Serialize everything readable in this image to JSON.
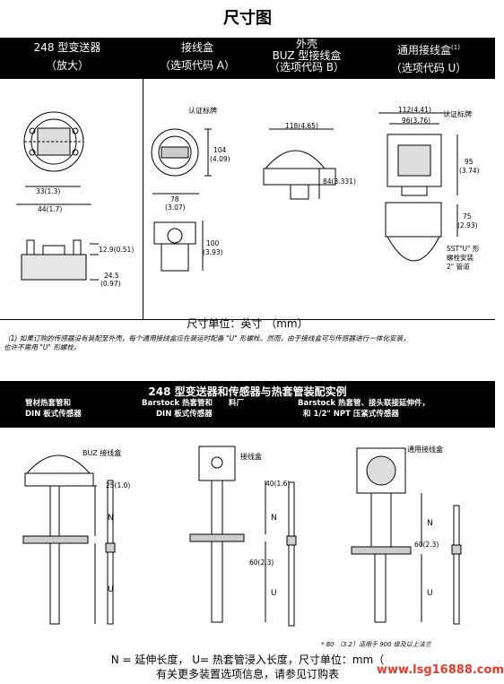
{
  "page_title": "尺寸图",
  "section1": {
    "col1": {
      "line1": "248 型变送器",
      "line2": "（放大）"
    },
    "col2": {
      "line1": "接线盒",
      "line2": "（选项代码 A）"
    },
    "col3": {
      "line1": "外壳",
      "line2": "BUZ 型接线盒",
      "line3": "（选项代码 B）"
    },
    "col4": {
      "line1": "通用接线盒",
      "sup": "(1)",
      "line2": "（选项代码 U）"
    },
    "dims": {
      "d33": "33(1.3)",
      "d44": "44(1.7)",
      "d129": "12.9(0.51)",
      "d245": "24.5",
      "d245b": "(0.97)",
      "cert_a": "认证标牌",
      "d104": "104",
      "d104b": "(4.09)",
      "d78": "78",
      "d78b": "(3.07)",
      "d100": "100",
      "d100b": "(3.93)",
      "d118": "118(4.65)",
      "d84": "84(3.331)",
      "d112": "112(4.41)",
      "d96": "96(3.76)",
      "cert_u": "认证标牌",
      "d95": "95",
      "d95b": "(3.74)",
      "d75": "75",
      "d75b": "(2.93)",
      "sst1": "SST\"U\" 形",
      "sst2": "螺栓安装",
      "sst3": "2\" 管道"
    },
    "unit_text": "尺寸单位：英寸  （mm）",
    "note_line1": "（1) 如果订购的传感器没有装配至外壳，每个通用接线盒应在装运时配备 \"U\" 形螺栓。然而，由于接线盒可与传感器进行一体化安装，",
    "note_line2": "也许不需用 \"U\" 形螺栓。"
  },
  "section2": {
    "title": "248 型变送器和传感器与热套管装配实例",
    "col1": {
      "line1": "管材热套管和",
      "line2": "DIN 板式传感器"
    },
    "col2": {
      "line1": "Barstock 热套管和",
      "line1b": "料厂",
      "line2": "DIN 板式传感器"
    },
    "col3": {
      "line1": "Barstock 热套管、接头联接延伸件，",
      "line2": "和 1/2\"  NPT 压紧式传感器"
    },
    "labels": {
      "buz": "BUZ 接线盒",
      "jbox": "接线盒",
      "ubox": "通用接线盒",
      "d25": "25(1.0)",
      "n1": "N",
      "u1": "U",
      "d40": "40(1.6)",
      "n2": "N",
      "d60a": "60(2.3)",
      "u2": "U",
      "n3": "N",
      "d60b": "60(2.3)",
      "u3": "U"
    },
    "footnote": "* 80 （3.2）适用于 900 级及以上法兰",
    "legend1": "N = 延伸长度，  U= 热套管浸入长度，尺寸单位：mm（",
    "legend2": "有关更多装置选项信息，请参见订购表"
  },
  "watermark": "www.lsg16888.com"
}
